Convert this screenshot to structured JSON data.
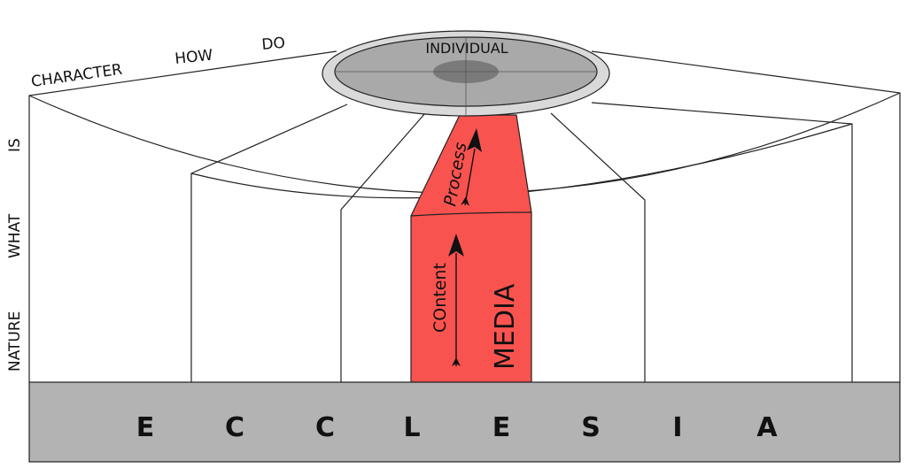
{
  "top_labels": [
    "CHARACTER",
    "HOW",
    "DO"
  ],
  "side_labels": [
    "IS",
    "WHAT",
    "NATURE"
  ],
  "center_label": "INDIVIDUAL",
  "channel_labels": {
    "process": "Process",
    "content": "COntent",
    "media": "MEDIA"
  },
  "base_letters": [
    "E",
    "C",
    "C",
    "L",
    "E",
    "S",
    "I",
    "A"
  ],
  "colors": {
    "channel": "#f95350",
    "base": "#b3b3b3",
    "disc_outer": "#d9d9d9",
    "disc_inner": "#a9a9a9",
    "disc_core": "#7a7a7a"
  }
}
